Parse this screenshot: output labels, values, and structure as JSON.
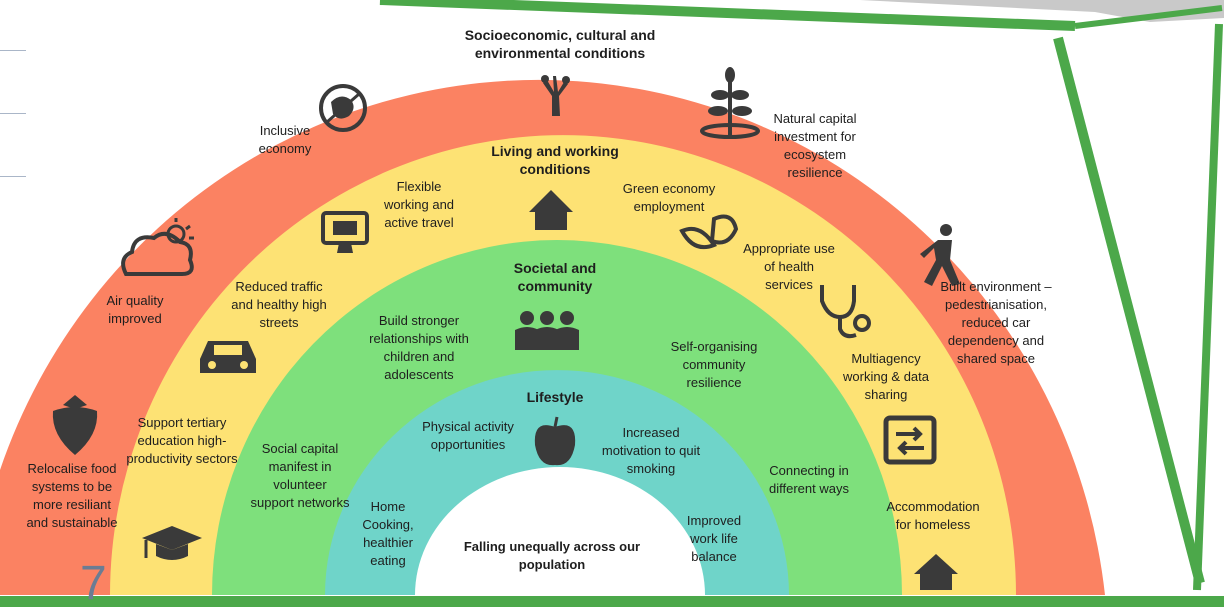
{
  "colors": {
    "outer": "#fb8262",
    "yellow": "#fde274",
    "green": "#7ee07c",
    "teal": "#6fd4c9",
    "center": "#ffffff",
    "frame": "#4ca84a",
    "icon": "#3a3a3a"
  },
  "rings": {
    "outer_title": "Socioeconomic, cultural and environmental conditions",
    "living_title": "Living and working conditions",
    "societal_title": "Societal and community",
    "lifestyle_title": "Lifestyle",
    "center_text": "Falling unequally across our population"
  },
  "outer_items": {
    "inclusive_economy": "Inclusive economy",
    "natural_capital": "Natural capital investment for ecosystem resilience",
    "air_quality": "Air quality improved",
    "built_environment": "Built environment – pedestrianisation, reduced car dependency and shared space",
    "relocalise_food": "Relocalise food systems to be more resiliant and sustainable",
    "accommodation": "Accommodation for homeless"
  },
  "living_items": {
    "flexible_working": "Flexible working and active travel",
    "green_economy": "Green economy employment",
    "reduced_traffic": "Reduced traffic and healthy high streets",
    "health_services": "Appropriate use of health services",
    "support_tertiary": "Support tertiary education high-productivity sectors",
    "multiagency": "Multiagency working & data sharing"
  },
  "societal_items": {
    "build_relationships": "Build stronger relationships with children and adolescents",
    "self_organising": "Self-organising community resilience",
    "social_capital": "Social capital manifest in volunteer support networks",
    "connecting": "Connecting in different ways"
  },
  "lifestyle_items": {
    "physical_activity": "Physical activity opportunities",
    "quit_smoking": "Increased motivation to quit smoking",
    "home_cooking": "Home Cooking, healthier eating",
    "work_life": "Improved work life balance"
  },
  "icons": {
    "inclusive": "hand-globe-icon",
    "tree": "tree-icon",
    "plant": "plant-icon",
    "house": "house-icon",
    "cloud": "cloud-sun-icon",
    "walker": "walking-person-icon",
    "strawberry": "strawberry-icon",
    "grad": "graduation-cap-icon",
    "car": "car-icon",
    "monitor": "monitor-icon",
    "leaves": "leaves-icon",
    "stethoscope": "stethoscope-icon",
    "people": "people-icon",
    "apple": "apple-icon",
    "share": "data-share-icon"
  },
  "page_number": "7"
}
